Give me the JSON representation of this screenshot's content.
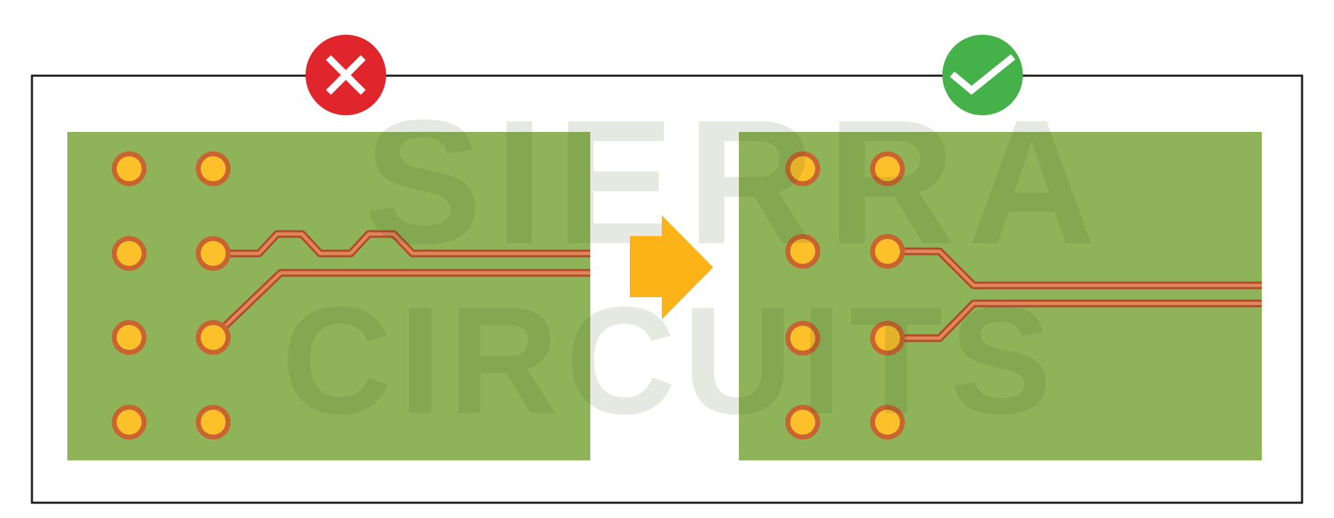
{
  "watermark": {
    "line1": "SIERRA",
    "line2": "CIRCUITS"
  },
  "colors": {
    "board": "#8fb359",
    "frame": "#1a1a1a",
    "trace_edge": "#b04a2a",
    "trace_fill": "#e0875a",
    "pad_ring": "#c9632f",
    "pad_center": "#fcc02a",
    "wrong_badge": "#e0262c",
    "right_badge": "#44b149",
    "arrow": "#fbb317",
    "watermark": "#6f8f48"
  },
  "panels": {
    "wrong": {
      "name": "incorrect-routing-board",
      "badge_icon": "x-icon"
    },
    "right": {
      "name": "correct-routing-board",
      "badge_icon": "checkmark-icon"
    }
  },
  "transition_icon": "arrow-right-icon"
}
